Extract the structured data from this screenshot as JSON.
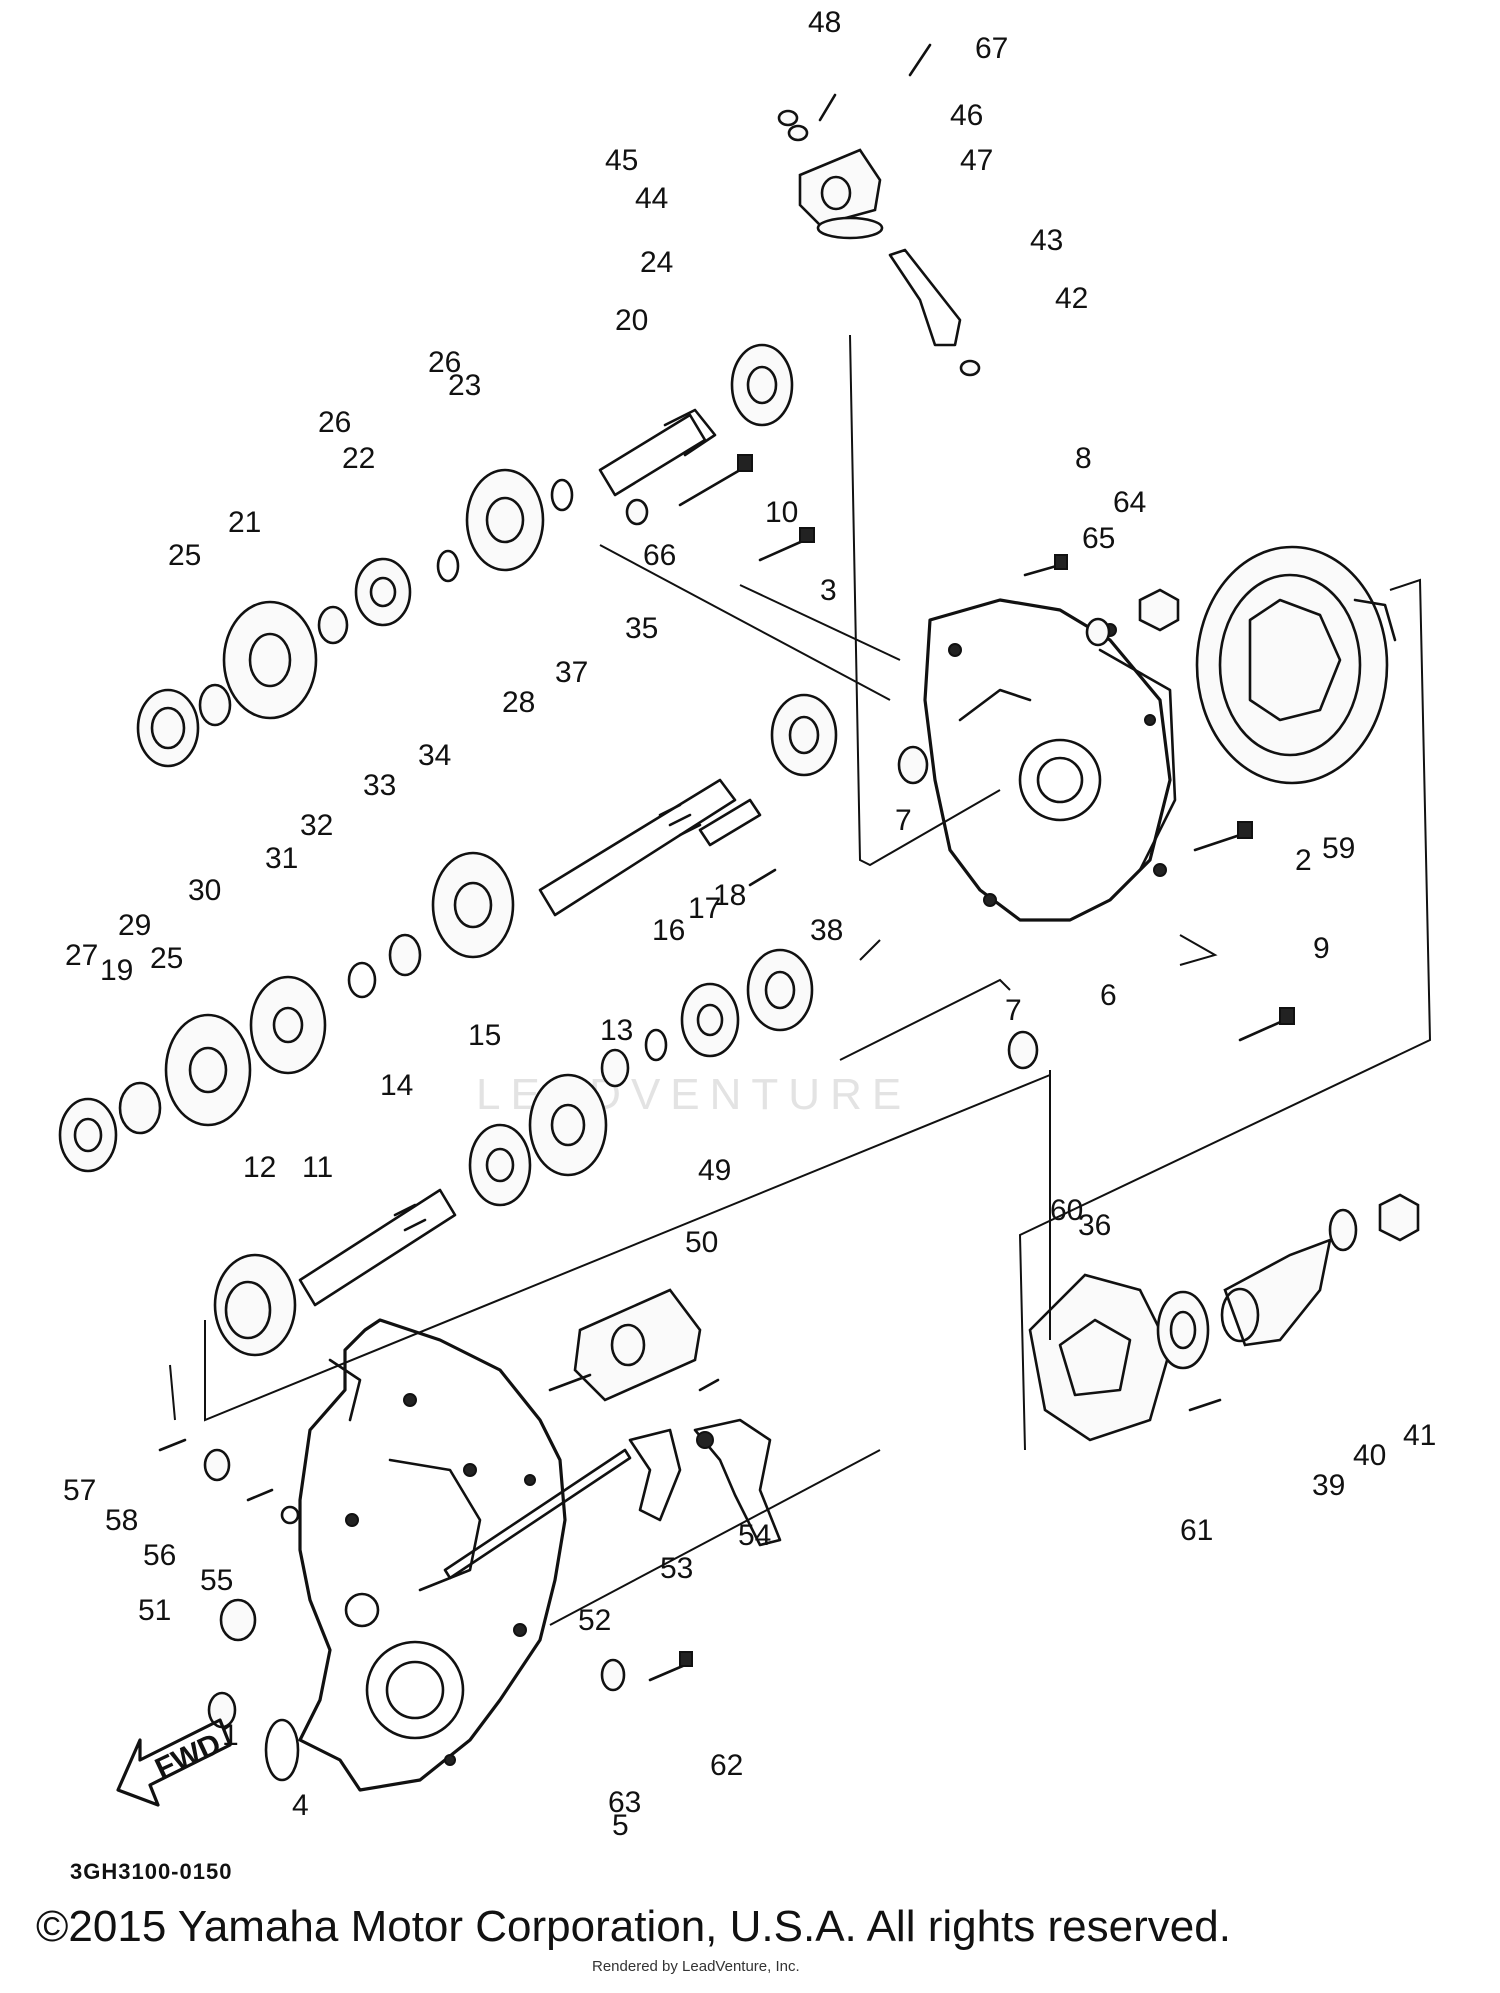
{
  "diagram": {
    "part_labels": [
      "1",
      "2",
      "3",
      "4",
      "5",
      "6",
      "7",
      "7",
      "8",
      "9",
      "10",
      "11",
      "12",
      "13",
      "14",
      "15",
      "16",
      "17",
      "18",
      "19",
      "20",
      "21",
      "22",
      "23",
      "24",
      "25",
      "25",
      "26",
      "26",
      "27",
      "28",
      "29",
      "30",
      "31",
      "32",
      "33",
      "34",
      "35",
      "36",
      "37",
      "38",
      "39",
      "40",
      "41",
      "42",
      "43",
      "44",
      "45",
      "46",
      "47",
      "48",
      "49",
      "50",
      "51",
      "52",
      "53",
      "54",
      "55",
      "56",
      "57",
      "58",
      "59",
      "60",
      "61",
      "62",
      "63",
      "64",
      "65",
      "66",
      "67"
    ],
    "arrow_label": "FWD",
    "watermark": "LEADVENTURE"
  },
  "footer": {
    "diagram_code": "3GH3100-0150",
    "copyright": "©2015 Yamaha Motor Corporation, U.S.A. All rights reserved.",
    "rendered_by": "Rendered by LeadVenture, Inc."
  }
}
